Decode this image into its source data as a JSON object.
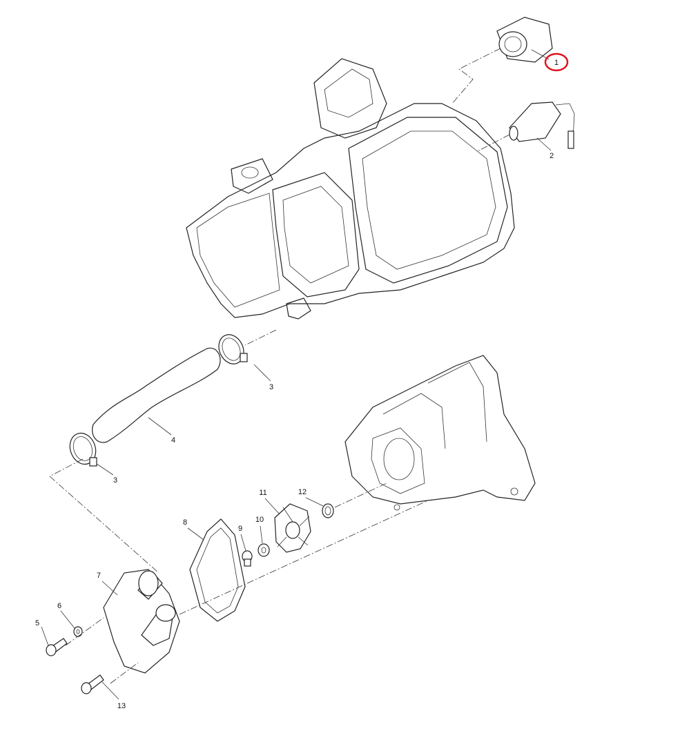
{
  "diagram": {
    "callouts": [
      {
        "id": "callout-1",
        "label": "1",
        "highlighted": true
      },
      {
        "id": "callout-2",
        "label": "2"
      },
      {
        "id": "callout-3a",
        "label": "3"
      },
      {
        "id": "callout-4",
        "label": "4"
      },
      {
        "id": "callout-3b",
        "label": "3"
      },
      {
        "id": "callout-5",
        "label": "5"
      },
      {
        "id": "callout-6",
        "label": "6"
      },
      {
        "id": "callout-7",
        "label": "7"
      },
      {
        "id": "callout-8",
        "label": "8"
      },
      {
        "id": "callout-9",
        "label": "9"
      },
      {
        "id": "callout-10",
        "label": "10"
      },
      {
        "id": "callout-11",
        "label": "11"
      },
      {
        "id": "callout-12",
        "label": "12"
      },
      {
        "id": "callout-13",
        "label": "13"
      }
    ],
    "highlight_color": "#e0141e"
  }
}
